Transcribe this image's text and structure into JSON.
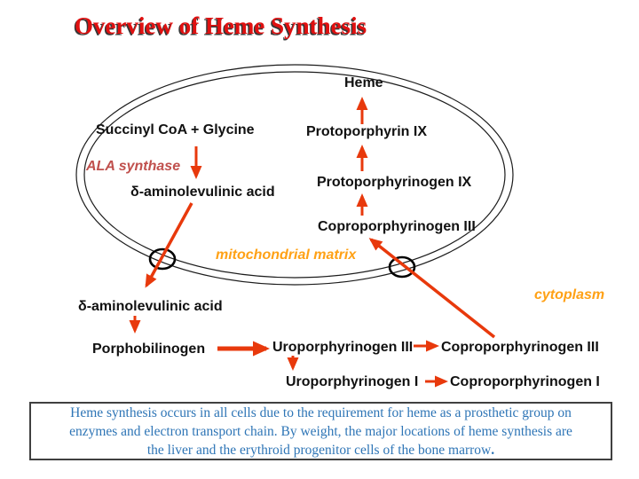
{
  "slide_title": "Overview of Heme Synthesis",
  "colors": {
    "title": "#e01010",
    "title_shadow": "#383838",
    "arrow": "#e8390c",
    "enzyme": "#c0504d",
    "compartment": "#ffa115",
    "label": "#111111",
    "membrane": "#1c1c1c",
    "footnote_text": "#2e75b6",
    "footnote_border": "#404040",
    "background": "#ffffff"
  },
  "mitochondrion": {
    "matrix_label": "mitochondrial matrix",
    "steps": {
      "succinyl_glycine": "Succinyl CoA + Glycine",
      "ala_synthase": "ALA synthase",
      "ala": "δ-aminolevulinic acid",
      "coproporphyrinogen_iii": "Coproporphyrinogen III",
      "protoporphyrinogen_ix": "Protoporphyrinogen IX",
      "protoporphyrin_ix": "Protoporphyrin IX",
      "heme": "Heme"
    }
  },
  "cytoplasm": {
    "label": "cytoplasm",
    "steps": {
      "ala": "δ-aminolevulinic acid",
      "porphobilinogen": "Porphobilinogen",
      "uroporphyrinogen_iii": "Uroporphyrinogen III",
      "coproporphyrinogen_iii": "Coproporphyrinogen III",
      "uroporphyrinogen_i": "Uroporphyrinogen I",
      "coproporphyrinogen_i": "Coproporphyrinogen I"
    }
  },
  "footnote": {
    "line1": "Heme synthesis occurs in all cells due to the requirement for heme as a prosthetic group on",
    "line2": "enzymes and electron transport chain.  By weight, the major locations of heme synthesis are",
    "line3": "the liver and the erythroid progenitor cells of the bone marrow",
    "period": "."
  }
}
